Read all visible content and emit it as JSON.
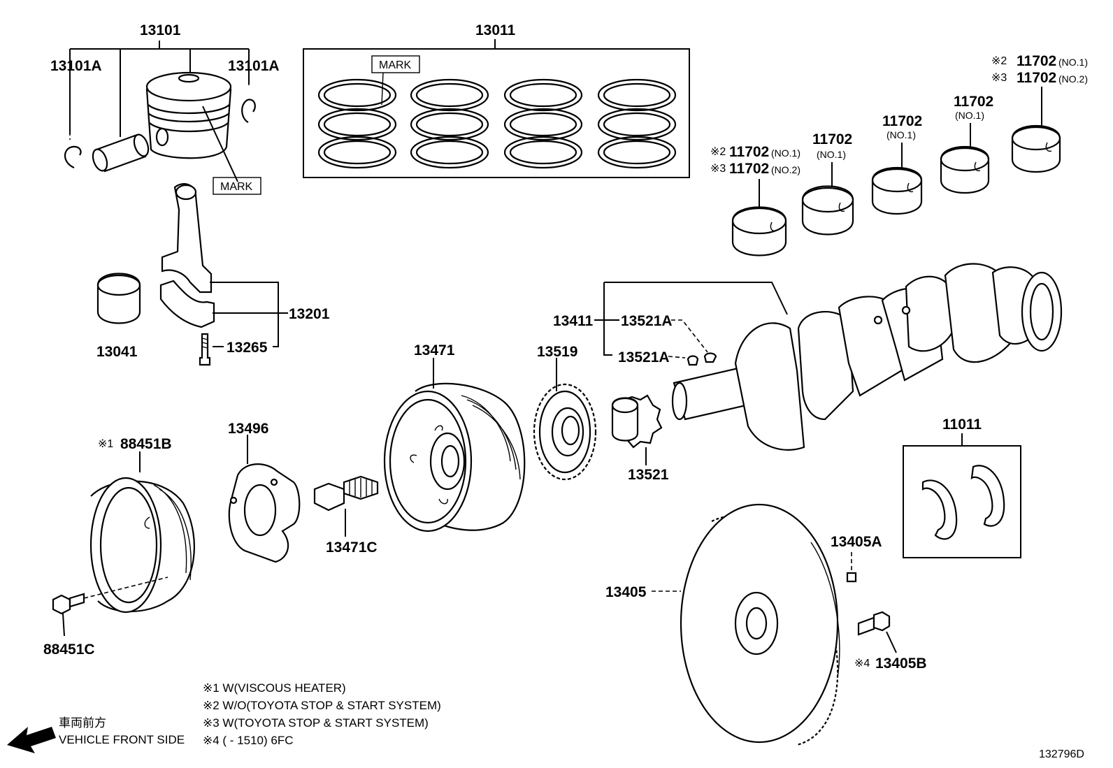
{
  "labels": {
    "p13101": "13101",
    "p13101A_left": "13101A",
    "p13101A_right": "13101A",
    "mark_piston": "MARK",
    "p13011": "13011",
    "mark_rings": "MARK",
    "p13041": "13041",
    "p13201": "13201",
    "p13265": "13265",
    "p13471": "13471",
    "p13519": "13519",
    "p13411": "13411",
    "p13521A_top": "13521A",
    "p13521A_bottom": "13521A",
    "p13521": "13521",
    "p13496": "13496",
    "p88451B_ref": "※1",
    "p88451B": "88451B",
    "p88451C": "88451C",
    "p13471C": "13471C",
    "p11011": "11011",
    "p13405A": "13405A",
    "p13405": "13405",
    "p13405B_ref": "※4",
    "p13405B": "13405B",
    "b1_ref2": "※2",
    "b1_pn2": "11702",
    "b1_sub2": "(NO.1)",
    "b1_ref3": "※3",
    "b1_pn3": "11702",
    "b1_sub3": "(NO.2)",
    "b2_pn": "11702",
    "b2_sub": "(NO.1)",
    "b3_pn": "11702",
    "b3_sub": "(NO.1)",
    "b4_pn": "11702",
    "b4_sub": "(NO.1)",
    "b5_ref2": "※2",
    "b5_pn2": "11702",
    "b5_sub2": "(NO.1)",
    "b5_ref3": "※3",
    "b5_pn3": "11702",
    "b5_sub3": "(NO.2)"
  },
  "notes": [
    "※1 W(VISCOUS HEATER)",
    "※2 W/O(TOYOTA STOP & START SYSTEM)",
    "※3 W(TOYOTA STOP & START SYSTEM)",
    "※4 (          - 1510) 6FC"
  ],
  "direction": {
    "jp": "車両前方",
    "en": "VEHICLE FRONT SIDE"
  },
  "diagram_id": "132796D"
}
